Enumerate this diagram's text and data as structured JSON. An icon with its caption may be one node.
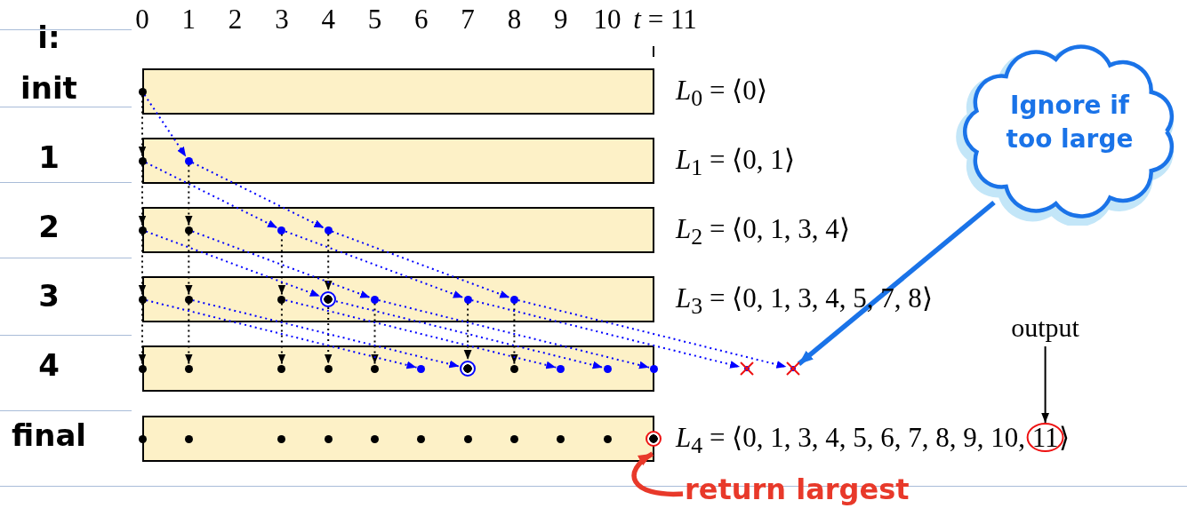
{
  "diagram": {
    "nodes": [
      {
        "text": [],
        "shape": "bar",
        "beside": [
          "*L*$_{0}$ = ⟨0⟩"
        ]
      },
      {
        "text": [],
        "shape": "circle",
        "in": 0
      },
      {
        "text": [],
        "shape": "bar",
        "beside": [
          "*L*$_{1}$ = ⟨0, 1⟩"
        ]
      },
      {
        "text": [],
        "shape": "circle",
        "in": 2
      },
      {
        "text": [],
        "shape": "circle",
        "in": 2
      },
      {
        "text": [],
        "shape": "bar",
        "beside": [
          "*L*$_{2}$ = ⟨0, 1, 3, 4⟩"
        ]
      },
      {
        "text": [],
        "shape": "circle",
        "in": 5
      },
      {
        "text": [],
        "shape": "circle",
        "in": 5
      },
      {
        "text": [],
        "shape": "circle",
        "in": 5
      },
      {
        "text": [],
        "shape": "circle",
        "in": 5
      },
      {
        "text": [],
        "shape": "bar",
        "beside": [
          "*L*$_{3}$ = ⟨0, 1, 3, 4, 5, 7, 8⟩"
        ]
      },
      {
        "text": [],
        "shape": "circle",
        "in": 10
      },
      {
        "text": [],
        "shape": "circle",
        "in": 10
      },
      {
        "text": [],
        "shape": "circle",
        "in": 10
      },
      {
        "text": [],
        "shape": "circle",
        "in": 10
      },
      {
        "text": [],
        "shape": "circle",
        "in": 10
      },
      {
        "text": [],
        "shape": "circle",
        "in": 10
      },
      {
        "text": [],
        "shape": "circle",
        "in": 10
      },
      {
        "text": [],
        "shape": "bar"
      },
      {
        "text": [],
        "shape": "circle",
        "in": 18
      },
      {
        "text": [],
        "shape": "circle",
        "in": 18
      },
      {
        "text": [],
        "shape": "circle",
        "in": 18
      },
      {
        "text": [],
        "shape": "circle",
        "in": 18
      },
      {
        "text": [],
        "shape": "circle",
        "in": 18
      },
      {
        "text": [],
        "shape": "circle",
        "in": 18
      },
      {
        "text": [],
        "shape": "circle",
        "in": 18
      },
      {
        "text": [],
        "shape": "circle",
        "in": 18
      },
      {
        "text": [],
        "shape": "circle",
        "in": 18
      },
      {
        "text": [],
        "shape": "circle",
        "in": 18
      },
      {
        "text": [],
        "shape": "circle",
        "in": 18
      },
      {
        "text": [],
        "shape": "bar",
        "beside": [
          "*L*$_{4}$ = ⟨0, 1, 3, 4, 5, 6, 7, 8, 9, 10, 11⟩"
        ]
      },
      {
        "text": [],
        "shape": "circle",
        "in": 30
      },
      {
        "text": [],
        "shape": "circle",
        "in": 30
      },
      {
        "text": [],
        "shape": "circle",
        "in": 30
      },
      {
        "text": [],
        "shape": "circle",
        "in": 30
      },
      {
        "text": [],
        "shape": "circle",
        "in": 30
      },
      {
        "text": [],
        "shape": "circle",
        "in": 30
      },
      {
        "text": [],
        "shape": "circle",
        "in": 30
      },
      {
        "text": [],
        "shape": "circle",
        "in": 30
      },
      {
        "text": [],
        "shape": "circle",
        "in": 30
      },
      {
        "text": [],
        "shape": "circle",
        "in": 30
      },
      {
        "text": [],
        "shape": "circle",
        "in": 30
      },
      {
        "text": [],
        "shape": "cross"
      },
      {
        "text": [],
        "shape": "cross"
      },
      {
        "text": [
          "Ignore if too large"
        ]
      },
      {
        "text": [
          "output"
        ]
      },
      {
        "text": [
          "return largest"
        ]
      }
    ],
    "edges": [
      {
        "from": 1,
        "to": 3,
        "arrow": "to",
        "style": "dashed",
        "color": "#000000"
      },
      {
        "from": 1,
        "to": 4,
        "arrow": "to",
        "style": "dashed",
        "color": "#0000ff"
      },
      {
        "from": 3,
        "to": 6,
        "arrow": "to",
        "style": "dashed",
        "color": "#000000"
      },
      {
        "from": 4,
        "to": 7,
        "arrow": "to",
        "style": "dashed",
        "color": "#000000"
      },
      {
        "from": 3,
        "to": 8,
        "arrow": "to",
        "style": "dashed",
        "color": "#0000ff"
      },
      {
        "from": 4,
        "to": 9,
        "arrow": "to",
        "style": "dashed",
        "color": "#0000ff"
      },
      {
        "from": 6,
        "to": 11,
        "arrow": "to",
        "style": "dashed",
        "color": "#000000"
      },
      {
        "from": 7,
        "to": 12,
        "arrow": "to",
        "style": "dashed",
        "color": "#000000"
      },
      {
        "from": 8,
        "to": 13,
        "arrow": "to",
        "style": "dashed",
        "color": "#000000"
      },
      {
        "from": 9,
        "to": 14,
        "arrow": "to",
        "style": "dashed",
        "color": "#000000"
      },
      {
        "from": 6,
        "to": 14,
        "arrow": "to",
        "style": "dashed",
        "color": "#0000ff"
      },
      {
        "from": 7,
        "to": 15,
        "arrow": "to",
        "style": "dashed",
        "color": "#0000ff"
      },
      {
        "from": 8,
        "to": 16,
        "arrow": "to",
        "style": "dashed",
        "color": "#0000ff"
      },
      {
        "from": 9,
        "to": 17,
        "arrow": "to",
        "style": "dashed",
        "color": "#0000ff"
      },
      {
        "from": 11,
        "to": 19,
        "arrow": "to",
        "style": "dashed",
        "color": "#000000"
      },
      {
        "from": 12,
        "to": 20,
        "arrow": "to",
        "style": "dashed",
        "color": "#000000"
      },
      {
        "from": 13,
        "to": 21,
        "arrow": "to",
        "style": "dashed",
        "color": "#000000"
      },
      {
        "from": 14,
        "to": 22,
        "arrow": "to",
        "style": "dashed",
        "color": "#000000"
      },
      {
        "from": 15,
        "to": 23,
        "arrow": "to",
        "style": "dashed",
        "color": "#000000"
      },
      {
        "from": 16,
        "to": 25,
        "arrow": "to",
        "style": "dashed",
        "color": "#000000"
      },
      {
        "from": 17,
        "to": 26,
        "arrow": "to",
        "style": "dashed",
        "color": "#000000"
      },
      {
        "from": 11,
        "to": 24,
        "arrow": "to",
        "style": "dashed",
        "color": "#0000ff"
      },
      {
        "from": 12,
        "to": 25,
        "arrow": "to",
        "style": "dashed",
        "color": "#0000ff"
      },
      {
        "from": 13,
        "to": 27,
        "arrow": "to",
        "style": "dashed",
        "color": "#0000ff"
      },
      {
        "from": 14,
        "to": 28,
        "arrow": "to",
        "style": "dashed",
        "color": "#0000ff"
      },
      {
        "from": 15,
        "to": 29,
        "arrow": "to",
        "style": "dashed",
        "color": "#0000ff"
      },
      {
        "from": 16,
        "to": 42,
        "arrow": "to",
        "style": "dashed",
        "color": "#0000ff"
      },
      {
        "from": 17,
        "to": 43,
        "arrow": "to",
        "style": "dashed",
        "color": "#0000ff"
      },
      {
        "from": 44,
        "to": 43,
        "arrow": "to",
        "style": "thick",
        "color": "#1a73e8"
      },
      {
        "from": 45,
        "to": 30,
        "arrow": "to",
        "color": "#000000"
      },
      {
        "from": 46,
        "to": 41,
        "arrow": "to",
        "style": "thick",
        "color": "#e8392a"
      }
    ],
    "labels": [
      "i:",
      "0",
      "1",
      "2",
      "3",
      "4",
      "5",
      "6",
      "7",
      "8",
      "9",
      "10",
      "*t* = 11",
      "init",
      "1",
      "2",
      "3",
      "4",
      "final"
    ]
  }
}
